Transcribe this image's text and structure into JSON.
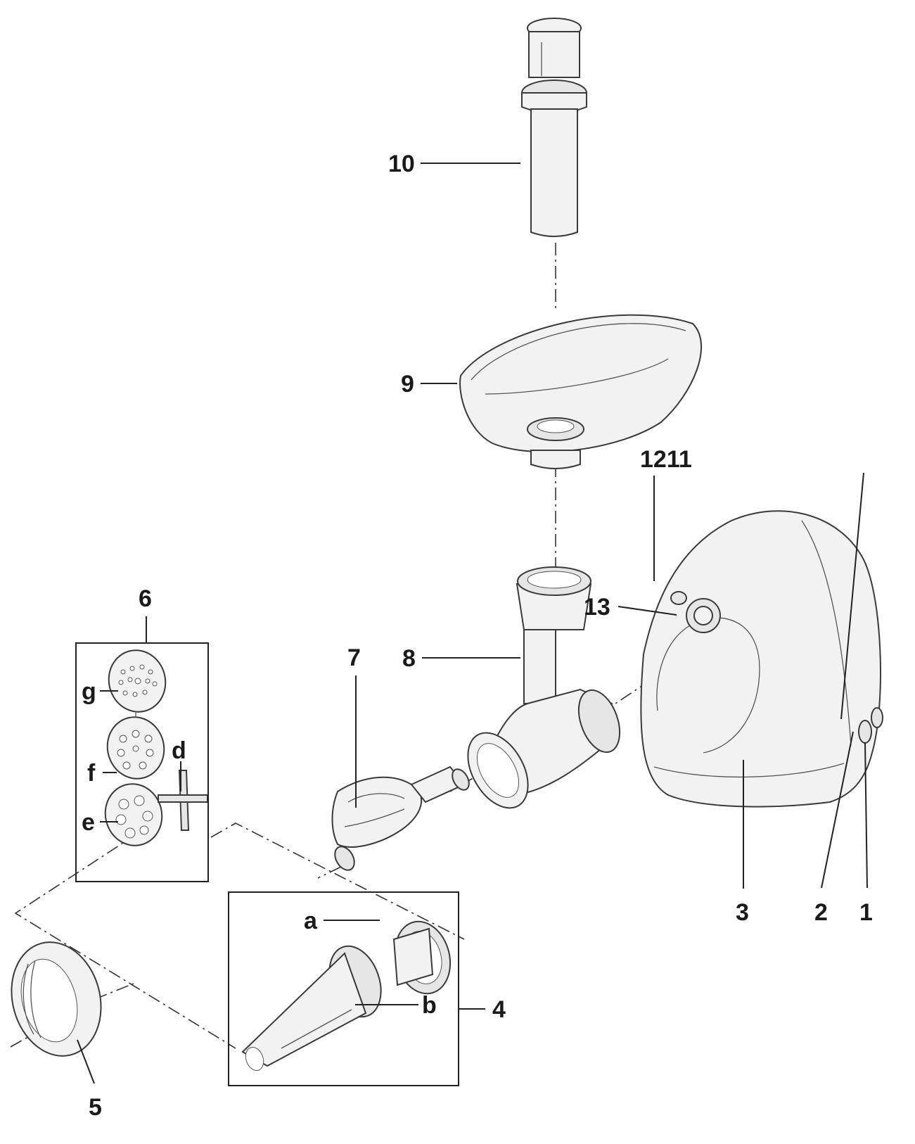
{
  "labels": {
    "l1": "1",
    "l2": "2",
    "l3": "3",
    "l4": "4",
    "l5": "5",
    "l6": "6",
    "l7": "7",
    "l8": "8",
    "l9": "9",
    "l10": "10",
    "l1211": "1211",
    "l13": "13",
    "la": "a",
    "lb": "b",
    "ld": "d",
    "le": "e",
    "lf": "f",
    "lg": "g"
  }
}
